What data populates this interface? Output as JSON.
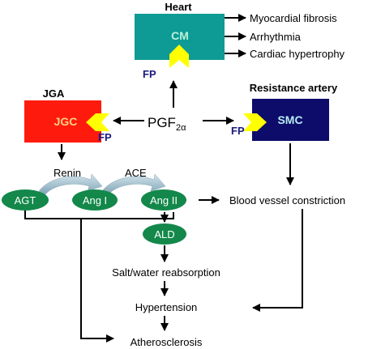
{
  "heart": {
    "title": "Heart",
    "box_label": "CM",
    "receptor": "FP",
    "outcomes": [
      "Myocardial fibrosis",
      "Arrhythmia",
      "Cardiac hypertrophy"
    ]
  },
  "jga": {
    "title": "JGA",
    "box_label": "JGC",
    "receptor": "FP"
  },
  "artery": {
    "title": "Resistance artery",
    "box_label": "SMC",
    "receptor": "FP"
  },
  "center": {
    "main": "PGF",
    "sub": "2α"
  },
  "raas": {
    "renin_label": "Renin",
    "ace_label": "ACE",
    "nodes": [
      "AGT",
      "Ang I",
      "Ang II",
      "ALD"
    ]
  },
  "effects": {
    "constriction": "Blood vessel constriction",
    "salt_water": "Salt/water reabsorption",
    "hypertension": "Hypertension",
    "atherosclerosis": "Atherosclerosis"
  },
  "colors": {
    "cm_box": "#0e9a95",
    "jgc_box": "#ff1a0e",
    "smc_box": "#0d0c6a",
    "ellipse": "#13884a",
    "receptor": "#ffff00",
    "fp_text": "#1a1a80",
    "enzyme_arrow": "#8fb3c2"
  }
}
